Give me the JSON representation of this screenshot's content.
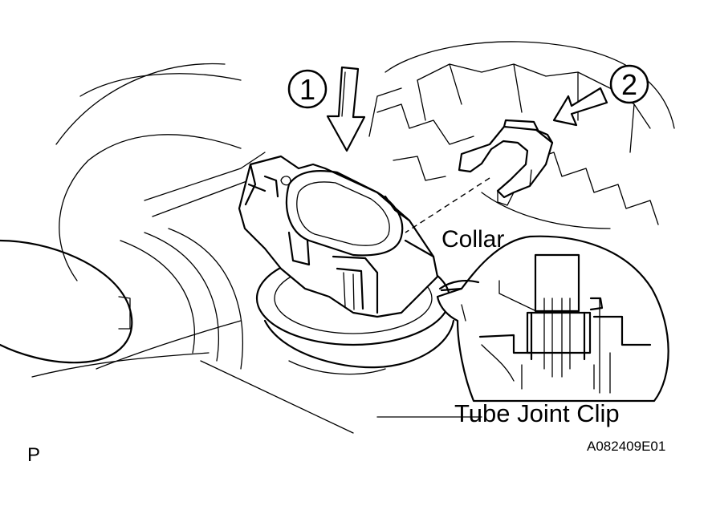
{
  "callouts": {
    "step1": "1",
    "step2": "2",
    "collar": "Collar",
    "clip": "Tube Joint Clip"
  },
  "view_letter": "P",
  "figure_code": "A082409E01"
}
